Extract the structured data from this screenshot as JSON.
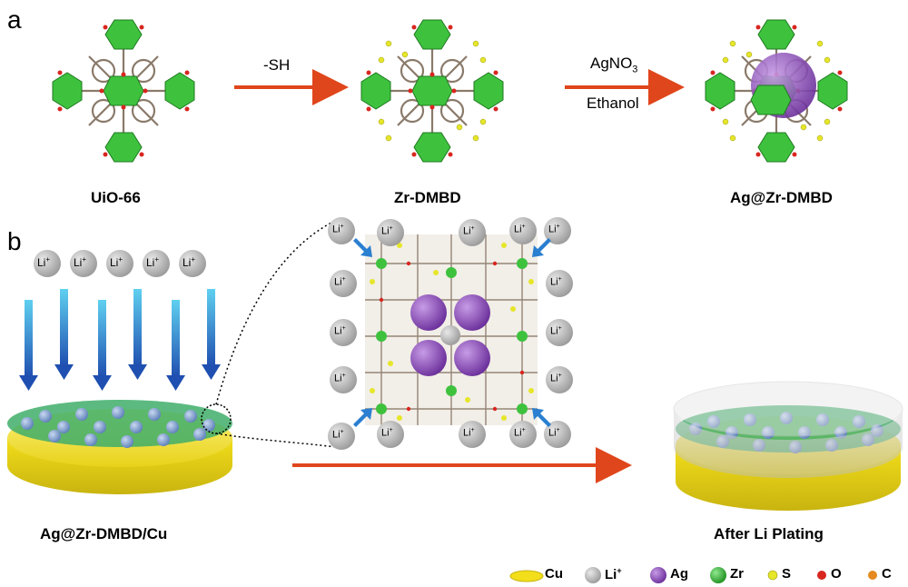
{
  "panel_a": {
    "label": "a",
    "structures": [
      {
        "name": "UiO-66"
      },
      {
        "name": "Zr-DMBD"
      },
      {
        "name": "Ag@Zr-DMBD"
      }
    ],
    "arrow1_label": "-SH",
    "arrow2_label_top": "AgNO",
    "arrow2_label_top_sub": "3",
    "arrow2_label_bottom": "Ethanol"
  },
  "panel_b": {
    "label": "b",
    "ion_label": "Li",
    "ion_charge": "+",
    "left_caption": "Ag@Zr-DMBD/Cu",
    "right_caption": "After Li Plating"
  },
  "legend": [
    {
      "name": "Cu",
      "color": "#f2de1a",
      "shape": "disc"
    },
    {
      "name": "Li",
      "sup": "+",
      "color": "#b5b5b5",
      "shape": "sphere"
    },
    {
      "name": "Ag",
      "color": "#8a49b8",
      "shape": "sphere"
    },
    {
      "name": "Zr",
      "color": "#3ec23e",
      "shape": "sphere"
    },
    {
      "name": "S",
      "color": "#e6e62a",
      "shape": "small-sphere"
    },
    {
      "name": "O",
      "color": "#d8261f",
      "shape": "small-sphere"
    },
    {
      "name": "C",
      "color": "#e58a1f",
      "shape": "small-sphere"
    }
  ],
  "colors": {
    "arrow": "#e0461c",
    "zr_polyhedra": "#3ec23e",
    "linker": "#8a7a6a",
    "ag": "#8a49b8",
    "li_ion": "#b9b9b9",
    "cu": "#f2de1a",
    "flux_arrow": "#2a7fd0"
  }
}
